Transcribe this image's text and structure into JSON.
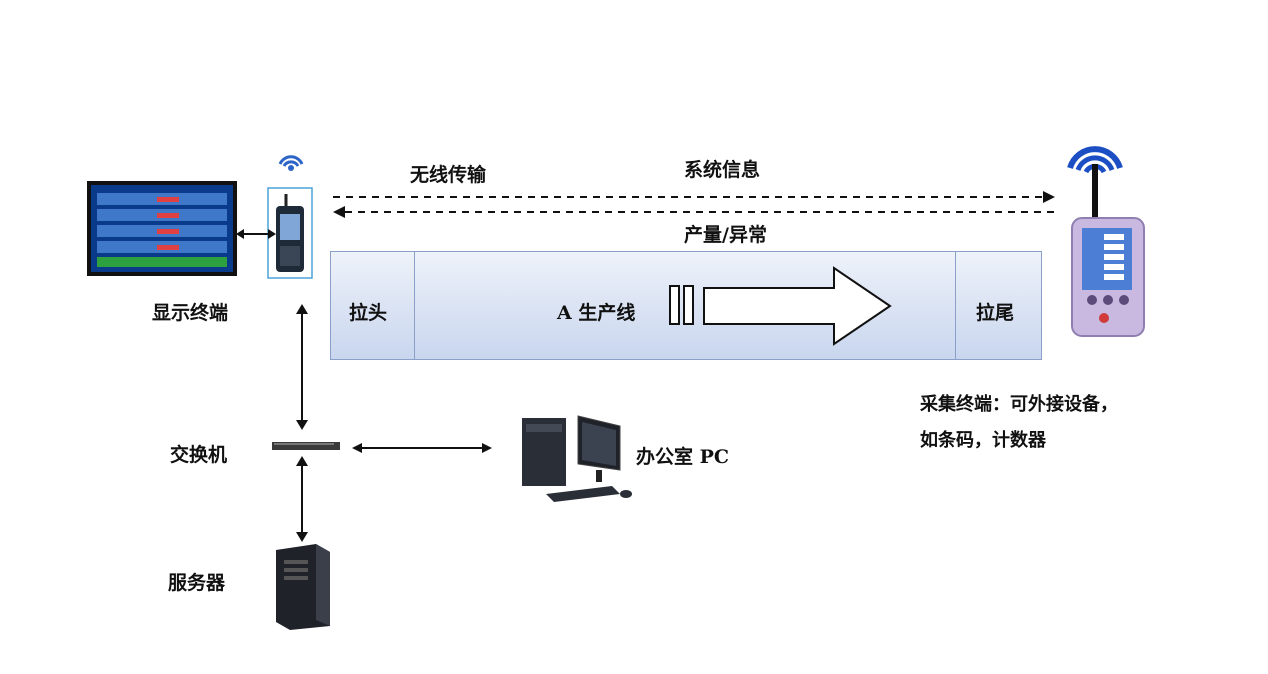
{
  "labels": {
    "display_terminal": "显示终端",
    "wireless": "无线传输",
    "system_info": "系统信息",
    "output_abnormal": "产量/异常",
    "line_head": "拉头",
    "production_line": "A 生产线",
    "line_tail": "拉尾",
    "collector_line1": "采集终端：可外接设备，",
    "collector_line2": "如条码，计数器",
    "switch": "交换机",
    "office_pc": "办公室 PC",
    "server": "服务器"
  },
  "colors": {
    "band_border": "#8aa0c8",
    "signal_blue": "#1d4fc4",
    "arrow_dark": "#111111"
  },
  "icons": [
    "signal-icon",
    "monitor-icon",
    "handheld-icon",
    "collector-device-icon",
    "switch-icon",
    "pc-icon",
    "server-icon"
  ]
}
